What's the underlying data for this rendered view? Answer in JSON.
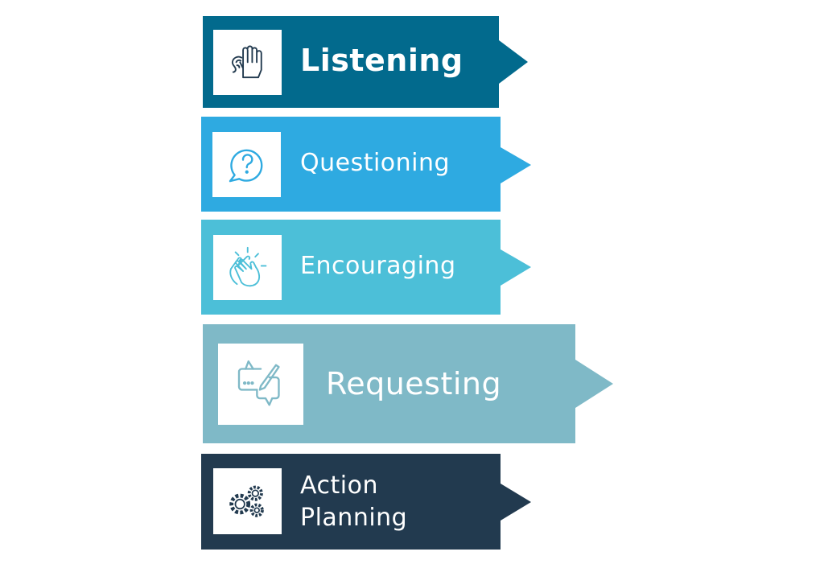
{
  "steps": [
    {
      "label": "Listening",
      "icon": "ear-hand-icon",
      "color": "#026a8d"
    },
    {
      "label": "Questioning",
      "icon": "question-bubble-icon",
      "color": "#2eaae1"
    },
    {
      "label": "Encouraging",
      "icon": "clapping-hands-icon",
      "color": "#4cbfd8"
    },
    {
      "label": "Requesting",
      "icon": "chat-pencil-icon",
      "color": "#7fb9c7"
    },
    {
      "label_line1": "Action",
      "label_line2": "Planning",
      "icon": "gears-icon",
      "color": "#223a4f"
    }
  ]
}
